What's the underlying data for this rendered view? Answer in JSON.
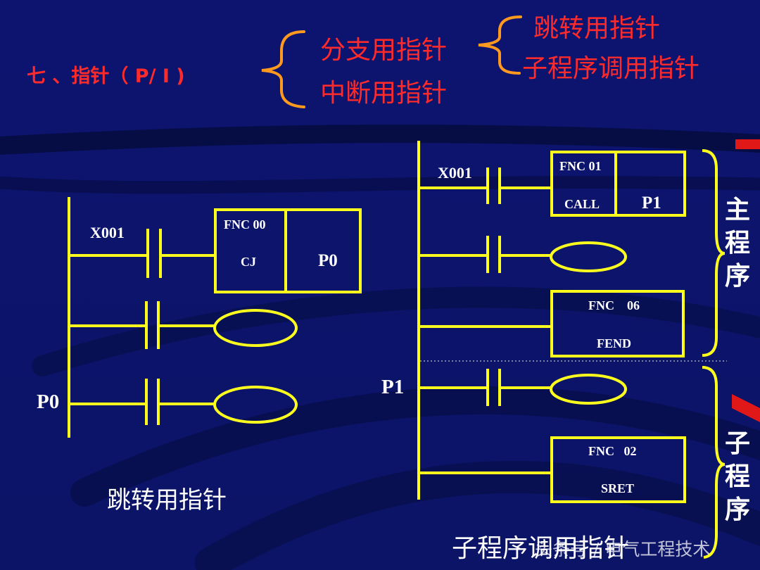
{
  "header": {
    "section_title": "七 、指针（ P/ I )",
    "branch_pointer": "分支用指针",
    "interrupt_pointer": "中断用指针",
    "jump_pointer": "跳转用指针",
    "subroutine_pointer": "子程序调用指针"
  },
  "left_diagram": {
    "contact_label": "X001",
    "fnc_code": "FNC 00",
    "fnc_name": "CJ",
    "operand": "P0",
    "pointer_label": "P0",
    "caption": "跳转用指针"
  },
  "right_diagram": {
    "contact_label": "X001",
    "call_code": "FNC 01",
    "call_name": "CALL",
    "call_operand": "P1",
    "fend_code": "FNC    06",
    "fend_name": "FEND",
    "pointer_label": "P1",
    "sret_code": "FNC   02",
    "sret_name": "SRET",
    "main_program_label": [
      "主",
      "程",
      "序"
    ],
    "sub_program_label": [
      "子",
      "程",
      "序"
    ],
    "caption": "子程序调用指针"
  },
  "watermark": "头条号 / 电气工程技术",
  "colors": {
    "background": "#0d1670",
    "ladder": "#ffff1e",
    "title_red": "#ff2a2a",
    "brace_orange": "#ff9a1e",
    "text_white": "#ffffff"
  }
}
